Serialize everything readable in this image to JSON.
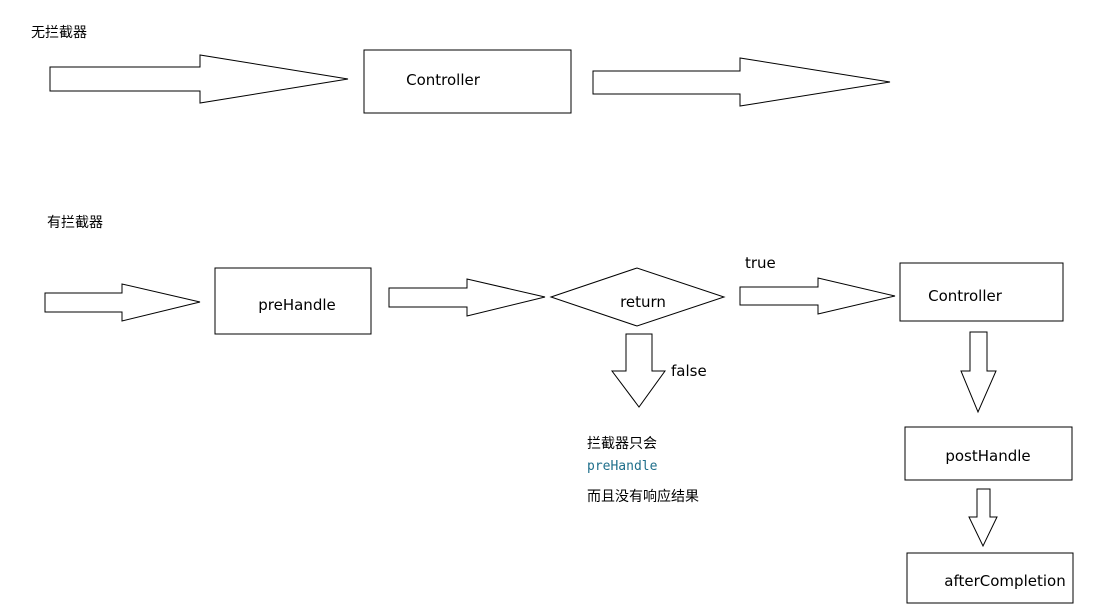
{
  "sections": {
    "without": {
      "title": "无拦截器",
      "controller": "Controller"
    },
    "with": {
      "title": "有拦截器",
      "prehandle": "preHandle",
      "decision": "return",
      "true_label": "true",
      "false_label": "false",
      "controller": "Controller",
      "posthandle": "postHandle",
      "after": "afterCompletion",
      "note": {
        "line1": "拦截器只会",
        "line2": "preHandle",
        "line3": "而且没有响应结果"
      }
    }
  }
}
